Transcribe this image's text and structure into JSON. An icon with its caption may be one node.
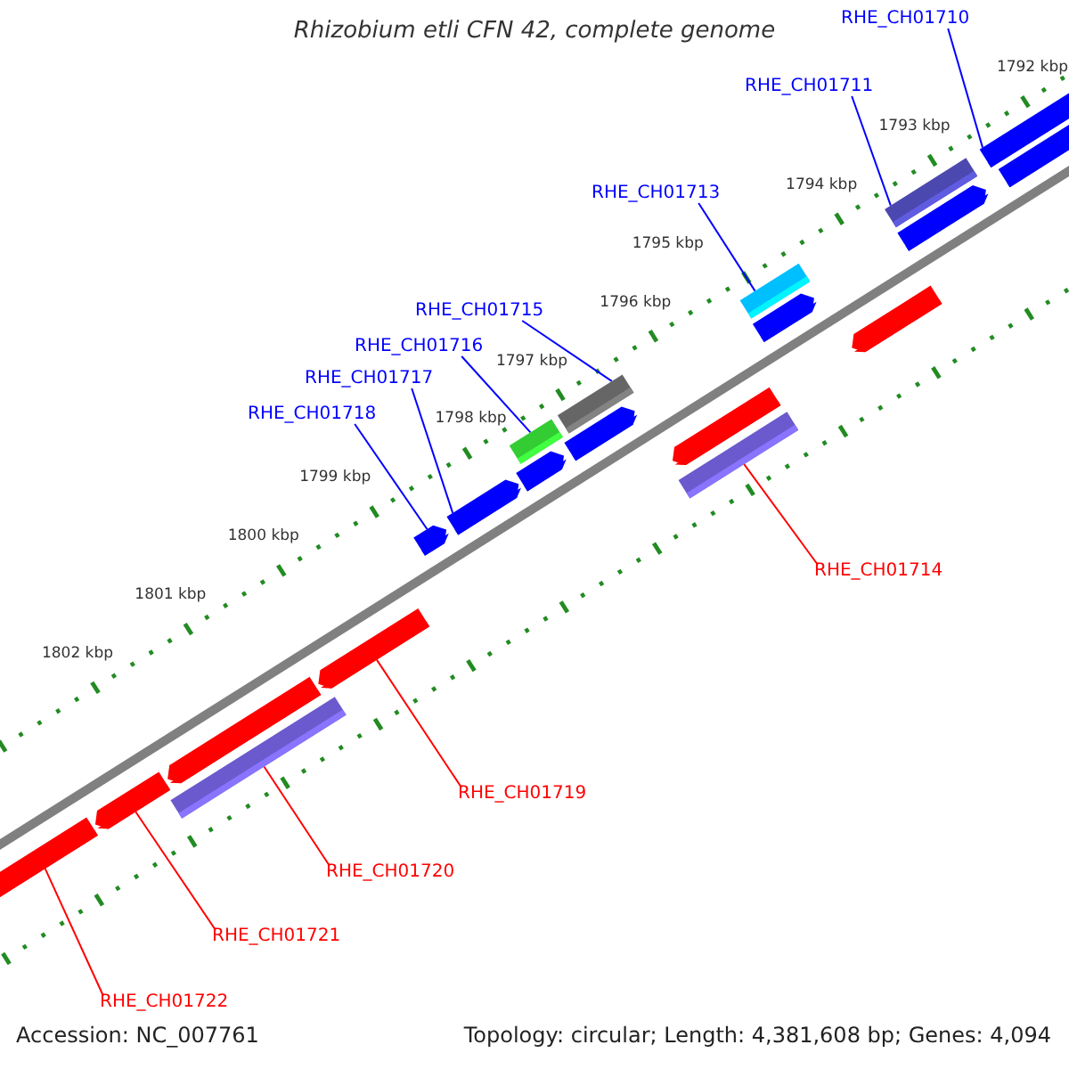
{
  "diagram": {
    "title": "Rhizobium etli CFN 42, complete genome",
    "nodes": [
      {
        "text": [
          "RHE_CH01710"
        ]
      },
      {
        "text": [
          "RHE_CH01711"
        ]
      },
      {
        "text": [
          "RHE_CH01713"
        ]
      },
      {
        "text": [
          "RHE_CH01715"
        ]
      },
      {
        "text": [
          "RHE_CH01716"
        ]
      },
      {
        "text": [
          "RHE_CH01717"
        ]
      },
      {
        "text": [
          "RHE_CH01718"
        ]
      },
      {
        "text": [
          "RHE_CH01714"
        ]
      },
      {
        "text": [
          "RHE_CH01719"
        ]
      },
      {
        "text": [
          "RHE_CH01720"
        ]
      },
      {
        "text": [
          "RHE_CH01721"
        ]
      },
      {
        "text": [
          "RHE_CH01722"
        ]
      },
      {
        "text": [],
        "shape": "arrow"
      },
      {
        "text": [],
        "shape": "arrow"
      },
      {
        "text": [],
        "shape": "bar"
      },
      {
        "text": [],
        "shape": "arrow"
      },
      {
        "text": [],
        "shape": "arrow"
      },
      {
        "text": [],
        "shape": "bar"
      },
      {
        "text": [],
        "shape": "arrow"
      },
      {
        "text": [],
        "shape": "bar"
      },
      {
        "text": [],
        "shape": "arrow"
      },
      {
        "text": [],
        "shape": "bar"
      },
      {
        "text": [],
        "shape": "arrow"
      },
      {
        "text": [],
        "shape": "bar"
      },
      {
        "text": [],
        "shape": "arrow"
      },
      {
        "text": [],
        "shape": "arrow"
      },
      {
        "text": [],
        "shape": "arrow"
      },
      {
        "text": [],
        "shape": "arrow"
      },
      {
        "text": [],
        "shape": "bar"
      },
      {
        "text": [],
        "shape": "arrow"
      },
      {
        "text": [],
        "shape": "arrow"
      },
      {
        "text": [],
        "shape": "arrow"
      }
    ],
    "edges": [
      {
        "from": 0,
        "to": 12,
        "arrow": "none"
      },
      {
        "from": 1,
        "to": 14,
        "arrow": "none"
      },
      {
        "from": 2,
        "to": 17,
        "arrow": "none"
      },
      {
        "from": 3,
        "to": 19,
        "arrow": "none"
      },
      {
        "from": 4,
        "to": 23,
        "arrow": "none"
      },
      {
        "from": 5,
        "to": 25,
        "arrow": "none"
      },
      {
        "from": 6,
        "to": 26,
        "arrow": "none"
      },
      {
        "from": 7,
        "to": 21,
        "arrow": "none",
        "color": "#ff0000"
      },
      {
        "from": 8,
        "to": 27,
        "arrow": "none",
        "color": "#ff0000"
      },
      {
        "from": 9,
        "to": 28,
        "arrow": "none",
        "color": "#ff0000"
      },
      {
        "from": 10,
        "to": 30,
        "arrow": "none",
        "color": "#ff0000"
      },
      {
        "from": 11,
        "to": 31,
        "arrow": "none",
        "color": "#ff0000"
      }
    ],
    "labels": [
      "1792 kbp",
      "1793 kbp",
      "1794 kbp",
      "1795 kbp",
      "1796 kbp",
      "1797 kbp",
      "1798 kbp",
      "1799 kbp",
      "1800 kbp",
      "1801 kbp",
      "1802 kbp",
      "Accession: NC_007761",
      "Topology: circular; Length: 4,381,608 bp; Genes: 4,094"
    ]
  }
}
